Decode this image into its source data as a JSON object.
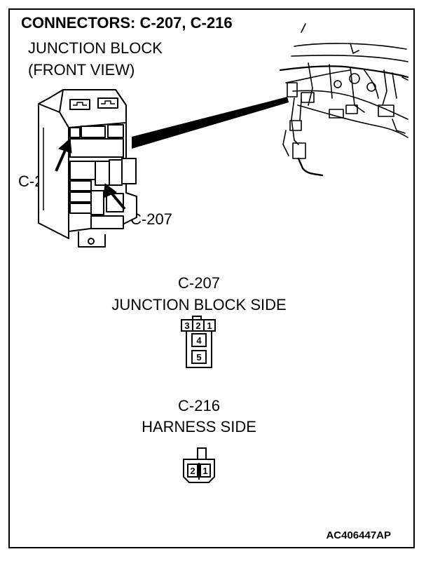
{
  "title": "CONNECTORS: C-207, C-216",
  "view": {
    "line1": "JUNCTION BLOCK",
    "line2": "(FRONT VIEW)"
  },
  "callouts": {
    "c216": "C-216",
    "c207": "C-207"
  },
  "connector_c207": {
    "name": "C-207",
    "side": "JUNCTION BLOCK SIDE",
    "pins": [
      "3",
      "2",
      "1",
      "4",
      "5"
    ]
  },
  "connector_c216": {
    "name": "C-216",
    "side": "HARNESS SIDE",
    "pins": [
      "2",
      "1"
    ]
  },
  "figure_code": "AC406447AP"
}
